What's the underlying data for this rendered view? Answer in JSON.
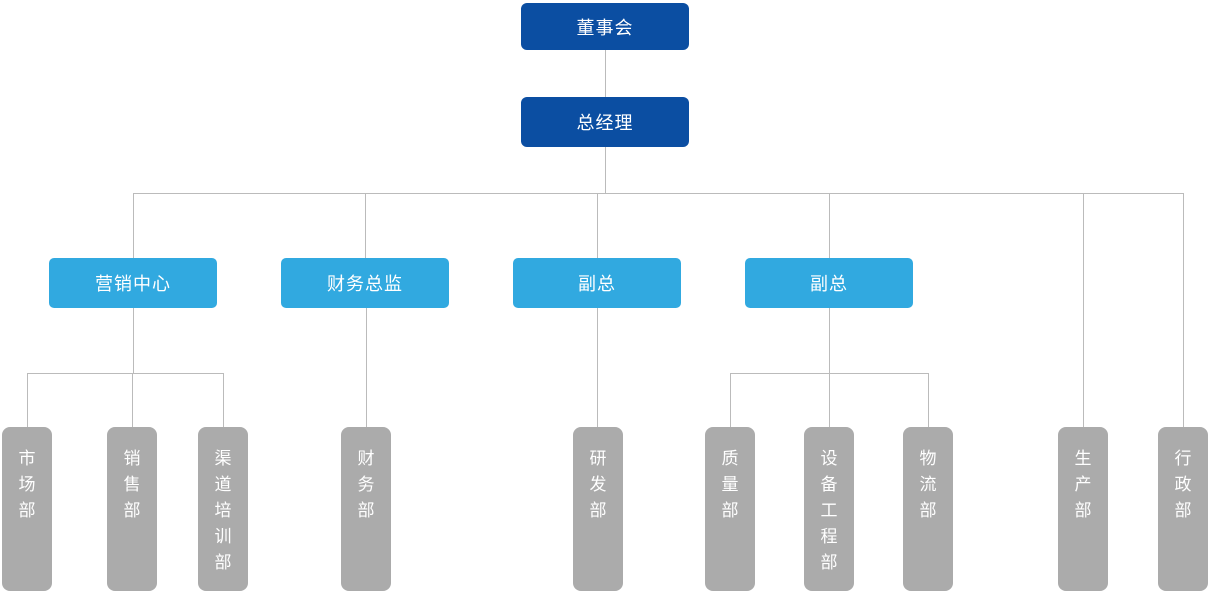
{
  "org_chart": {
    "nodes": {
      "board": {
        "label": "董事会",
        "level": 1
      },
      "general_manager": {
        "label": "总经理",
        "level": 2
      },
      "marketing_center": {
        "label": "营销中心",
        "level": 3
      },
      "finance_director": {
        "label": "财务总监",
        "level": 3
      },
      "vp1": {
        "label": "副总",
        "level": 3
      },
      "vp2": {
        "label": "副总",
        "level": 3
      },
      "market_dept": {
        "label": "市场部",
        "level": 4
      },
      "sales_dept": {
        "label": "销售部",
        "level": 4
      },
      "channel_training_dept": {
        "label": "渠道培训部",
        "level": 4
      },
      "finance_dept": {
        "label": "财务部",
        "level": 4
      },
      "rd_dept": {
        "label": "研发部",
        "level": 4
      },
      "quality_dept": {
        "label": "质量部",
        "level": 4
      },
      "equipment_engineering_dept": {
        "label": "设备工程部",
        "level": 4
      },
      "logistics_dept": {
        "label": "物流部",
        "level": 4
      },
      "production_dept": {
        "label": "生产部",
        "level": 4
      },
      "admin_dept": {
        "label": "行政部",
        "level": 4
      }
    },
    "hierarchy": {
      "board": [
        "general_manager"
      ],
      "general_manager": [
        "marketing_center",
        "finance_director",
        "vp1",
        "vp2",
        "production_dept",
        "admin_dept"
      ],
      "marketing_center": [
        "market_dept",
        "sales_dept",
        "channel_training_dept"
      ],
      "finance_director": [
        "finance_dept"
      ],
      "vp1": [
        "rd_dept"
      ],
      "vp2": [
        "quality_dept",
        "equipment_engineering_dept",
        "logistics_dept"
      ]
    },
    "colors": {
      "level_dark": "#0b4ea2",
      "level_mid": "#31a9e0",
      "level_gray": "#ababab",
      "connector": "#bbbbbb",
      "text": "#ffffff"
    }
  }
}
